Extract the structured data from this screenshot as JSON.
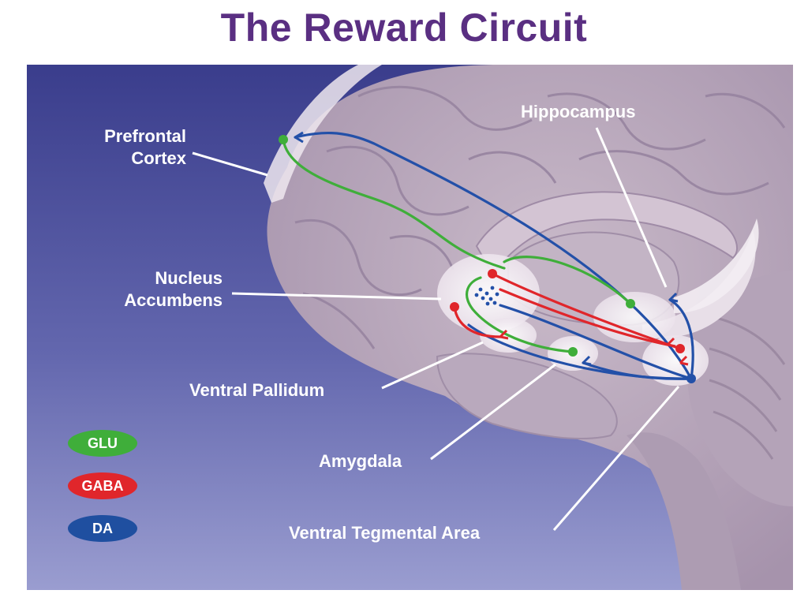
{
  "title": "The Reward Circuit",
  "labels": {
    "prefrontal_line1": "Prefrontal",
    "prefrontal_line2": "Cortex",
    "hippocampus": "Hippocampus",
    "nucleus_line1": "Nucleus",
    "nucleus_line2": "Accumbens",
    "ventral_pallidum": "Ventral Pallidum",
    "amygdala": "Amygdala",
    "vta": "Ventral Tegmental Area"
  },
  "legend": [
    {
      "key": "glu",
      "label": "GLU",
      "color": "#3fae3a"
    },
    {
      "key": "gaba",
      "label": "GABA",
      "color": "#e0262b"
    },
    {
      "key": "da",
      "label": "DA",
      "color": "#1f4fa0"
    }
  ],
  "colors": {
    "title": "#5a2f82",
    "background_top": "#3a3d8c",
    "background_bottom": "#8f93c9",
    "brain": "#b7a7bd",
    "brain_highlight": "#efe7ef",
    "label_text": "#ffffff"
  }
}
